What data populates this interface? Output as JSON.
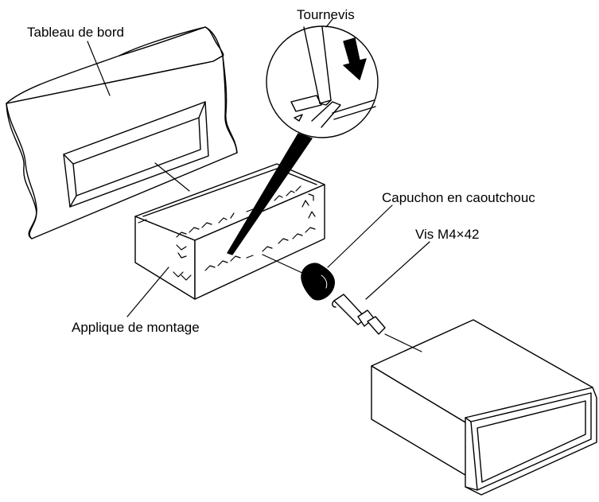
{
  "labels": {
    "dashboard": "Tableau de bord",
    "screwdriver": "Tournevis",
    "rubber_cap": "Capuchon en caoutchouc",
    "screw": "Vis M4×42",
    "mounting_sleeve": "Applique de montage"
  },
  "colors": {
    "stroke": "#000000",
    "paper": "#ffffff"
  }
}
